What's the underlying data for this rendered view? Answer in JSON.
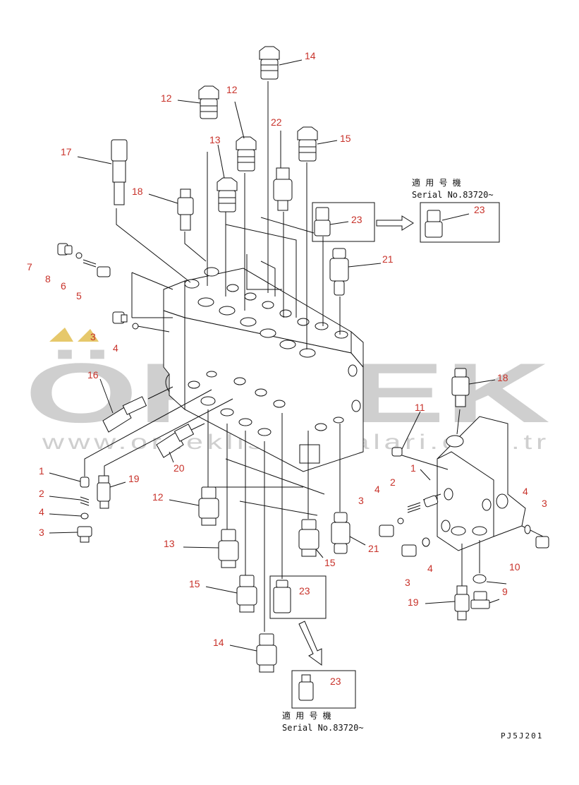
{
  "labels": {
    "l7": "7",
    "l8": "8",
    "l6": "6",
    "l5": "5",
    "l3a": "3",
    "l4a": "4",
    "l17": "17",
    "l18a": "18",
    "l12a": "12",
    "l12b": "12",
    "l13a": "13",
    "l14a": "14",
    "l22": "22",
    "l15a": "15",
    "l23a": "23",
    "l23b": "23",
    "l21a": "21",
    "l16": "16",
    "l20": "20",
    "l1a": "1",
    "l2a": "2",
    "l4b": "4",
    "l3b": "3",
    "l19a": "19",
    "l12c": "12",
    "l13b": "13",
    "l15b": "15",
    "l14b": "14",
    "l23c": "23",
    "l23d": "23",
    "l15c": "15",
    "l21b": "21",
    "l18b": "18",
    "l11": "11",
    "l1b": "1",
    "l2b": "2",
    "l4c": "4",
    "l3c": "3",
    "l4d": "4",
    "l3d": "3",
    "l4e": "4",
    "l3e": "3",
    "l10": "10",
    "l9": "9",
    "l19b": "19"
  },
  "notes": {
    "top": {
      "line1": "適 用 号 機",
      "line2": "Serial No.83720~"
    },
    "bottom": {
      "line1": "適 用 号 機",
      "line2": "Serial No.83720~"
    }
  },
  "drawing_code": "PJ5J201",
  "watermark": {
    "brand": "ÖRNEK",
    "url": "www.orneklisanfinalari.com.tr"
  }
}
